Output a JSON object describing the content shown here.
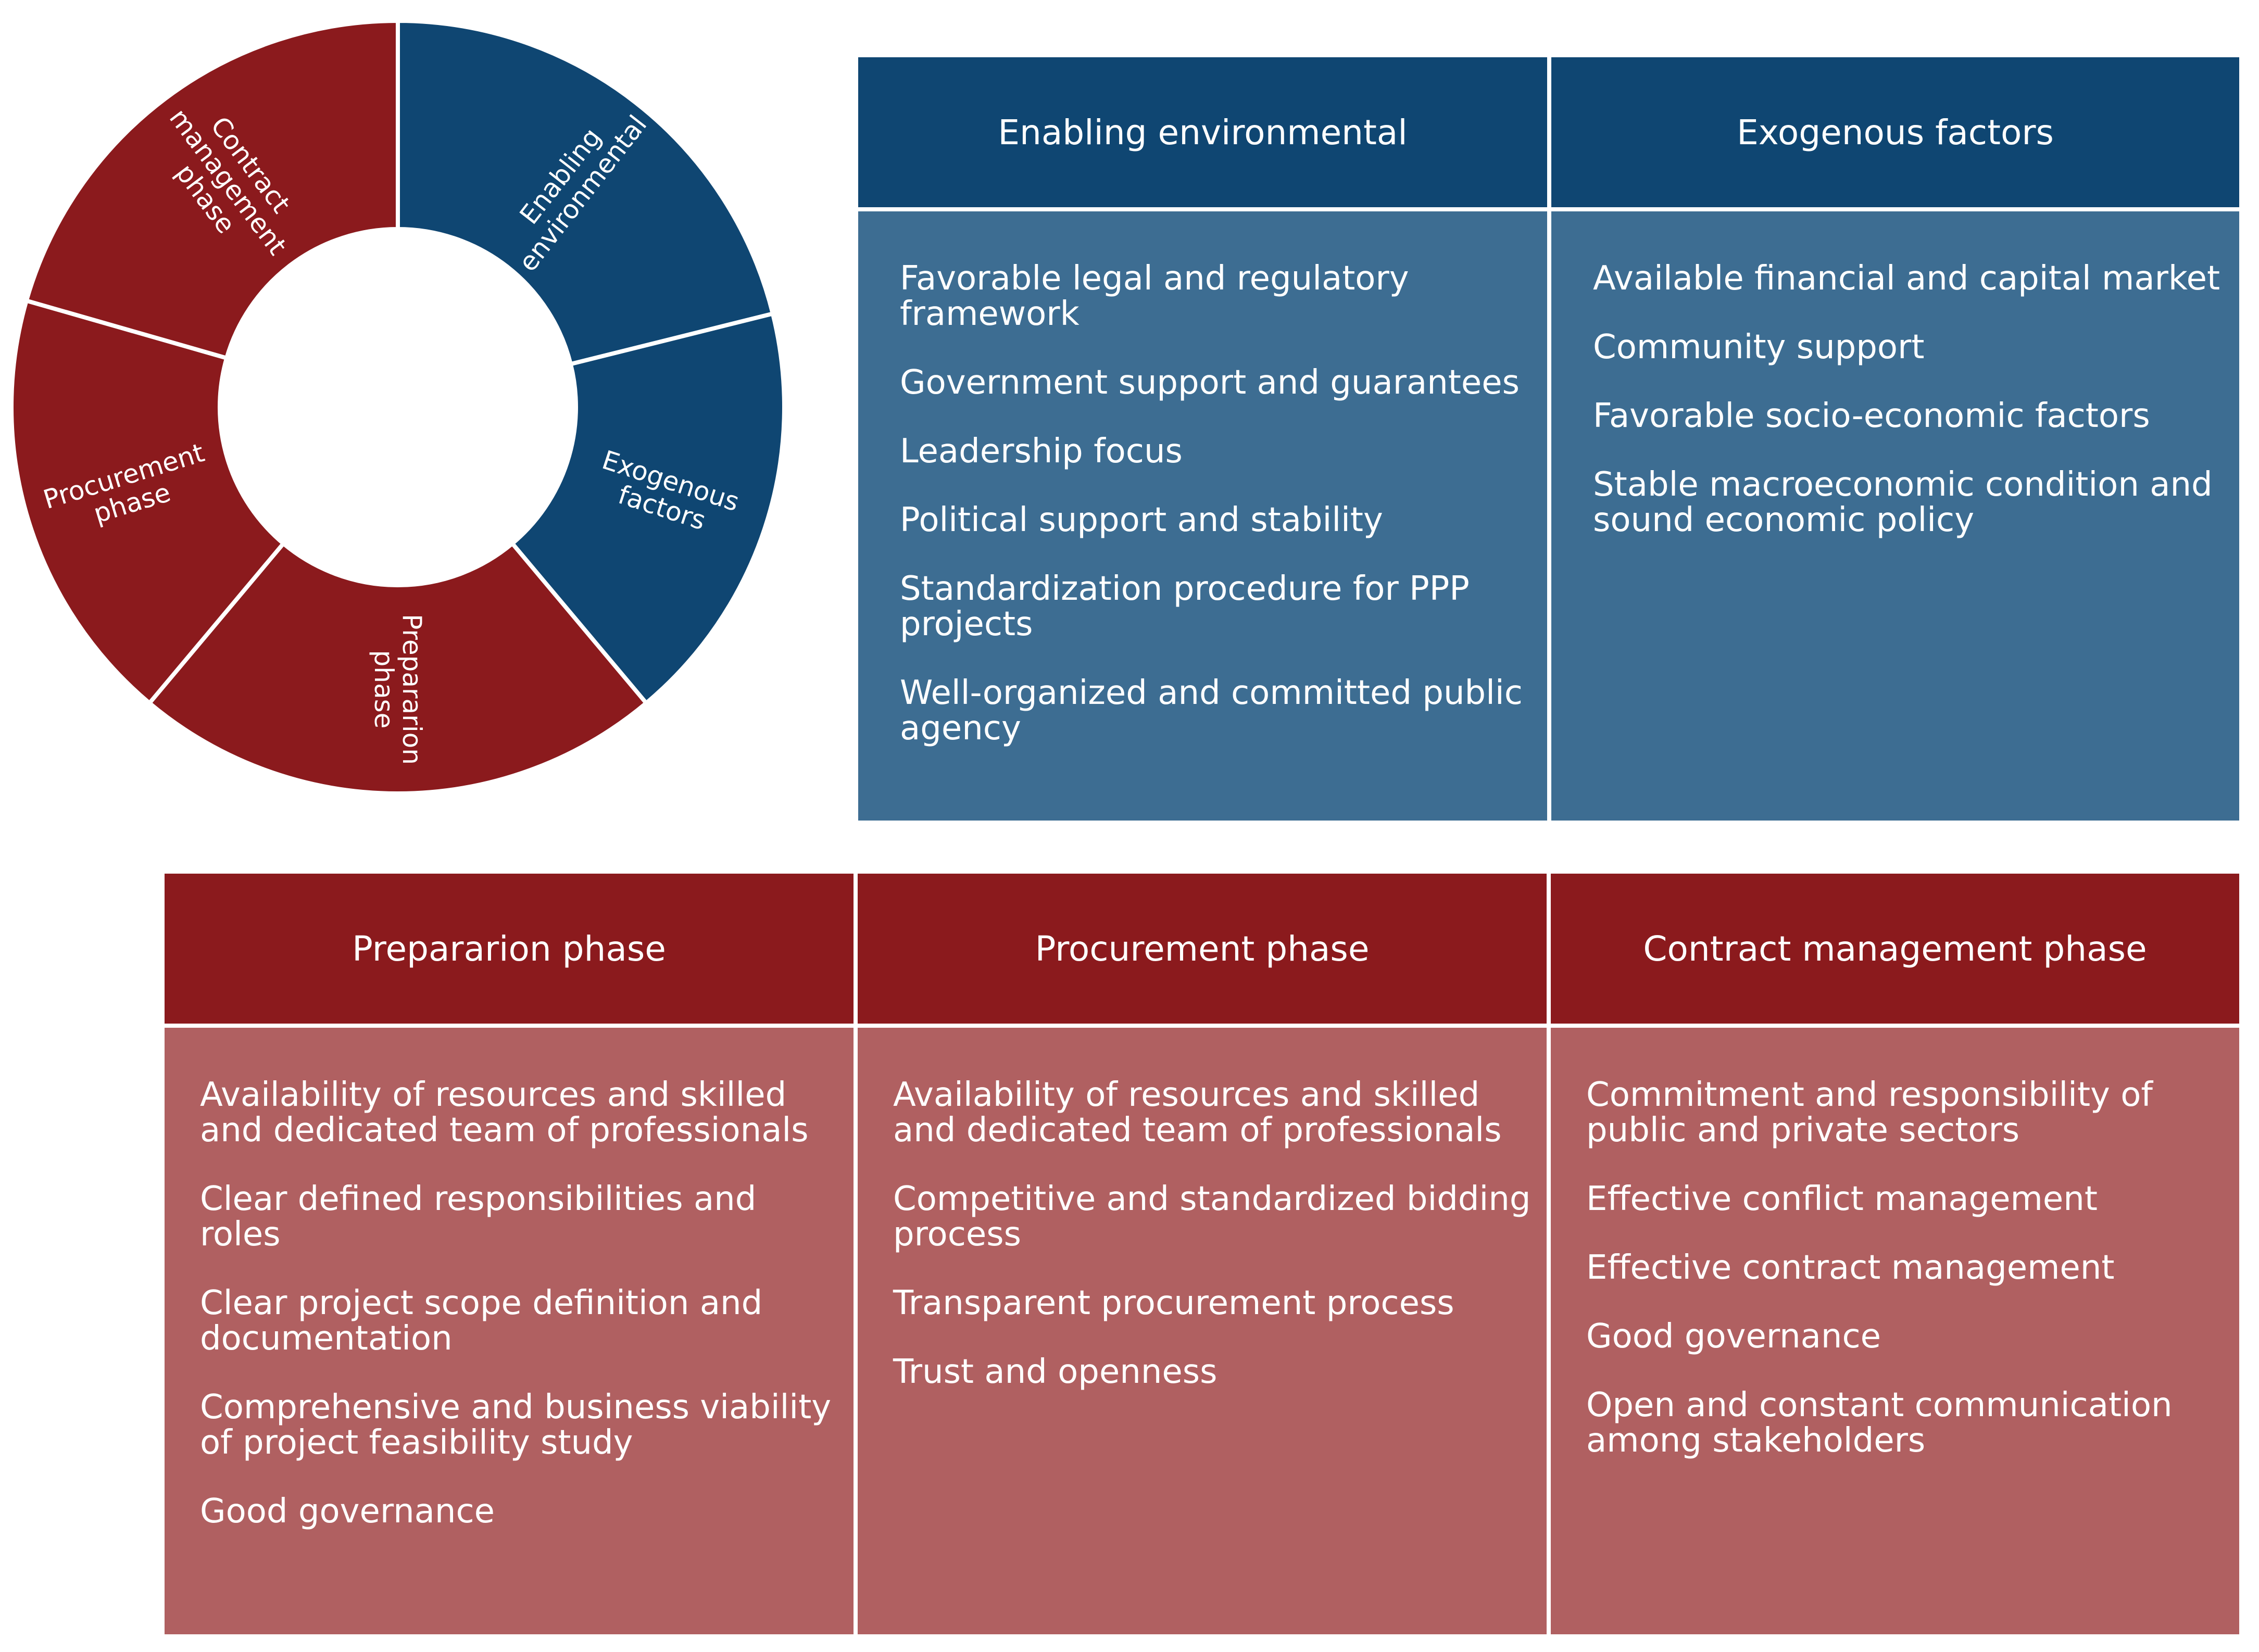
{
  "wheel": {
    "colors": {
      "blue": "#0f4672",
      "red": "#8b1a1d"
    },
    "segments": [
      {
        "lines": [
          "Enabling",
          "environmental"
        ],
        "color": "blue",
        "start": 0,
        "end": 76
      },
      {
        "lines": [
          "Exogenous",
          "factors"
        ],
        "color": "blue",
        "start": 76,
        "end": 140
      },
      {
        "lines": [
          "Prepararion",
          "phase"
        ],
        "color": "red",
        "start": 140,
        "end": 220
      },
      {
        "lines": [
          "Procurement",
          "phase"
        ],
        "color": "red",
        "start": 220,
        "end": 286
      },
      {
        "lines": [
          "Contract",
          "management",
          "phase"
        ],
        "color": "red",
        "start": 286,
        "end": 360
      }
    ]
  },
  "top_table": {
    "columns": [
      {
        "header": "Enabling environmental",
        "items": [
          "Favorable legal and regulatory framework",
          "Government support and guarantees",
          "Leadership focus",
          "Political support and stability",
          "Standardization procedure for PPP projects",
          "Well-organized and committed public agency"
        ]
      },
      {
        "header": "Exogenous factors",
        "items": [
          "Available financial and capital market",
          "Community support",
          "Favorable socio-economic factors",
          "Stable macroeconomic condition and sound economic policy"
        ]
      }
    ]
  },
  "bottom_table": {
    "columns": [
      {
        "header": "Prepararion phase",
        "items": [
          "Availability of resources and skilled and dedicated team of professionals",
          "Clear defined responsibilities and roles",
          "Clear project scope definition and documentation",
          "Comprehensive and business viability of project feasibility study",
          "Good governance"
        ]
      },
      {
        "header": "Procurement phase",
        "items": [
          "Availability of resources and skilled and dedicated team of professionals",
          "Competitive and standardized bidding process",
          "Transparent procurement process",
          "Trust and openness"
        ]
      },
      {
        "header": "Contract management phase",
        "items": [
          "Commitment and responsibility of public and private sectors",
          "Effective conflict management",
          "Effective contract management",
          "Good governance",
          "Open and constant communication among stakeholders"
        ]
      }
    ]
  }
}
